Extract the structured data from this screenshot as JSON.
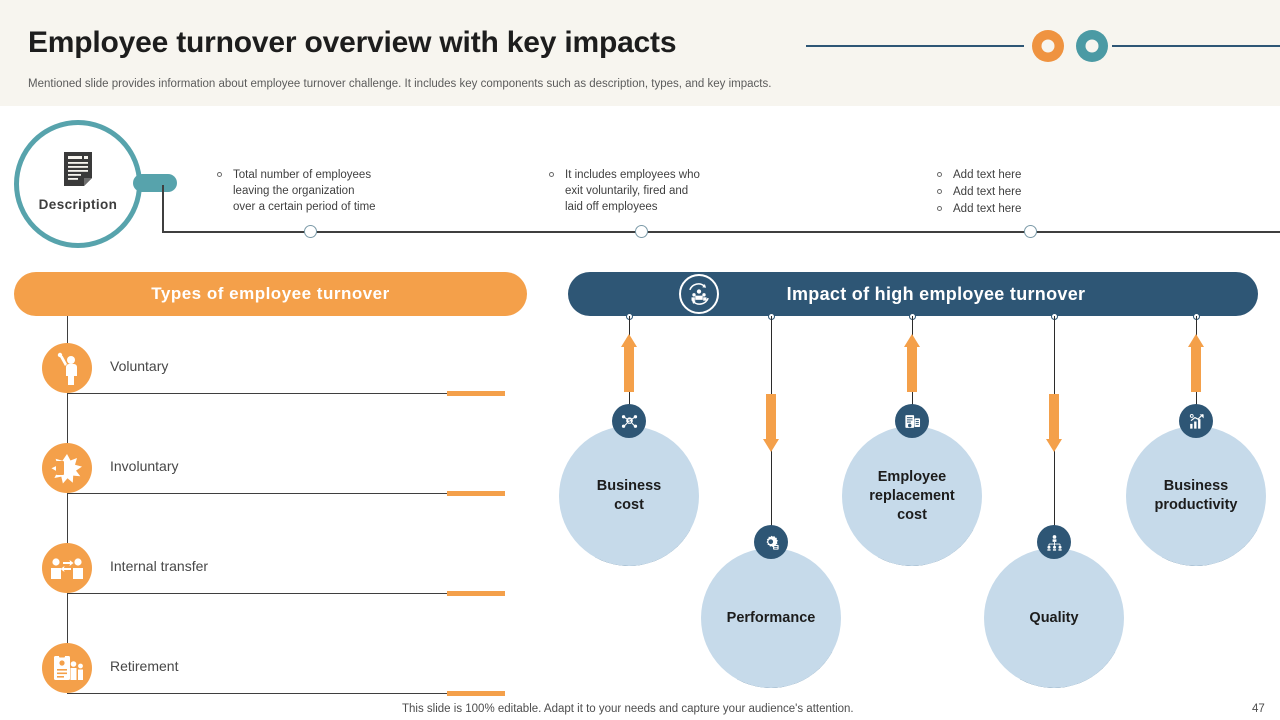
{
  "header": {
    "title": "Employee turnover overview with key impacts",
    "subtitle": "Mentioned slide provides information about employee turnover challenge. It includes key components such as description, types, and key impacts.",
    "accent_orange": "#ef9340",
    "accent_teal": "#4b9aa4",
    "background": "#f7f5ef"
  },
  "description": {
    "label": "Description",
    "icon": "document-icon",
    "ring_color": "#57a3ac",
    "bullets": [
      {
        "text": "Total number of employees\nleaving  the organization\nover  a certain  period  of time"
      },
      {
        "text": "It includes employees who\nexit voluntarily,  fired  and\nlaid off  employees"
      },
      {
        "text": "Add text here"
      },
      {
        "text": "Add text here"
      },
      {
        "text": "Add text here"
      }
    ]
  },
  "types_panel": {
    "heading": "Types of employee turnover",
    "bar_color": "#f4a04a",
    "items": [
      {
        "label": "Voluntary",
        "icon": "person-raising-hand-icon"
      },
      {
        "label": "Involuntary",
        "icon": "dismissal-burst-icon"
      },
      {
        "label": "Internal  transfer",
        "icon": "two-people-exchange-icon"
      },
      {
        "label": "Retirement",
        "icon": "clipboard-people-icon"
      }
    ]
  },
  "impact_panel": {
    "heading": "Impact of high employee turnover",
    "bar_color": "#2e5675",
    "emblem_icon": "people-cycle-icon",
    "circle_color": "#c6daea",
    "nodes": [
      {
        "label": "Business\ncost",
        "icon": "cost-network-icon",
        "direction": "up"
      },
      {
        "label": "Performance",
        "icon": "gear-settings-icon",
        "direction": "down"
      },
      {
        "label": "Employee\nreplacement\ncost",
        "icon": "invoice-money-icon",
        "direction": "up"
      },
      {
        "label": "Quality",
        "icon": "hierarchy-people-icon",
        "direction": "down"
      },
      {
        "label": "Business\nproductivity",
        "icon": "growth-chart-icon",
        "direction": "up"
      }
    ]
  },
  "footer": {
    "note": "This slide is 100% editable. Adapt it to your needs and capture your audience's attention.",
    "page_number": "47"
  }
}
